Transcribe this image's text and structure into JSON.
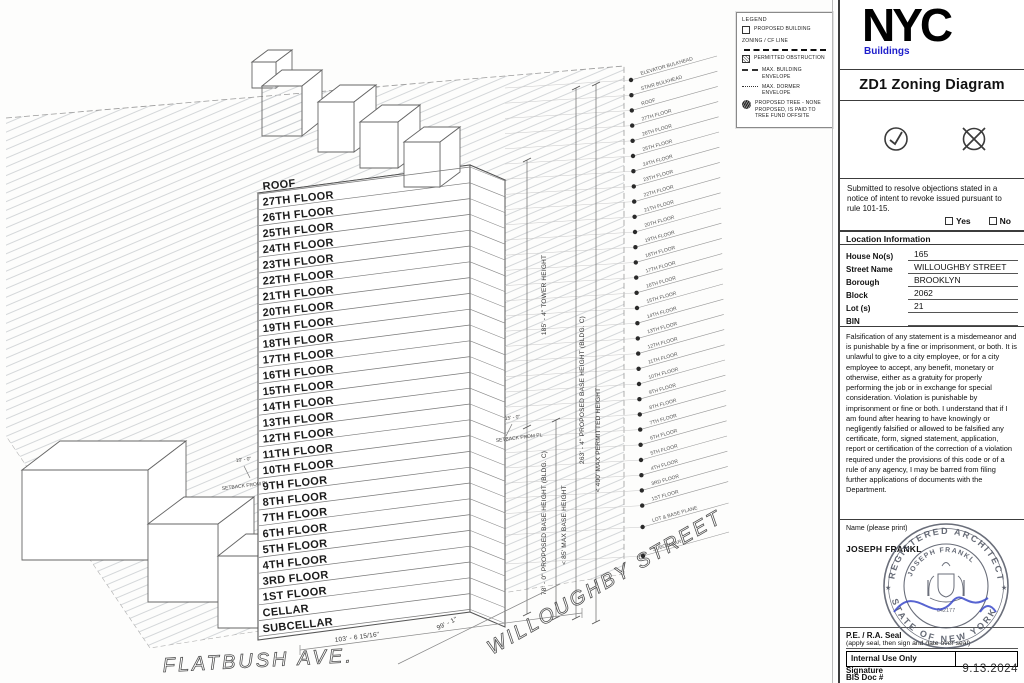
{
  "legend": {
    "title": "LEGEND",
    "items": [
      {
        "icon": "square",
        "label": "PROPOSED BUILDING"
      },
      {
        "icon": "heavy-dash-line",
        "label": "ZONING / CF LINE"
      },
      {
        "icon": "hatched-square",
        "label": "PERMITTED OBSTRUCTION"
      },
      {
        "icon": "dashed-line",
        "label": "MAX. BUILDING ENVELOPE"
      },
      {
        "icon": "dotted-line",
        "label": "MAX. DORMER ENVELOPE"
      },
      {
        "icon": "tree-circle",
        "label": "PROPOSED TREE - NONE PROPOSED, IS PAID TO TREE FUND OFFSITE"
      }
    ]
  },
  "drawing": {
    "floors": [
      "ROOF",
      "27TH FLOOR",
      "26TH FLOOR",
      "25TH FLOOR",
      "24TH FLOOR",
      "23TH FLOOR",
      "22TH FLOOR",
      "21TH FLOOR",
      "20TH FLOOR",
      "19TH FLOOR",
      "18TH FLOOR",
      "17TH FLOOR",
      "16TH FLOOR",
      "15TH FLOOR",
      "14TH FLOOR",
      "13TH FLOOR",
      "12TH FLOOR",
      "11TH FLOOR",
      "10TH FLOOR",
      "9TH FLOOR",
      "8TH FLOOR",
      "7TH FLOOR",
      "6TH FLOOR",
      "5TH FLOOR",
      "4TH FLOOR",
      "3RD FLOOR",
      "1ST FLOOR",
      "CELLAR",
      "SUBCELLAR"
    ],
    "elevation_markers": [
      "ELEVATOR BULKHEAD",
      "STAIR BULKHEAD",
      "ROOF",
      "27TH FLOOR",
      "26TH FLOOR",
      "25TH FLOOR",
      "24TH FLOOR",
      "23TH FLOOR",
      "22TH FLOOR",
      "21TH FLOOR",
      "20TH FLOOR",
      "19TH FLOOR",
      "18TH FLOOR",
      "17TH FLOOR",
      "16TH FLOOR",
      "15TH FLOOR",
      "14TH FLOOR",
      "13TH FLOOR",
      "12TH FLOOR",
      "11TH FLOOR",
      "10TH FLOOR",
      "9TH FLOOR",
      "8TH FLOOR",
      "7TH FLOOR",
      "6TH FLOOR",
      "5TH FLOOR",
      "4TH FLOOR",
      "3RD FLOOR",
      "1ST FLOOR",
      "LOT & BASE PLANE",
      "SUBCELLAR"
    ],
    "dimensions": {
      "tower_height": "185' - 4\" TOWER HEIGHT",
      "total_height": "263' - 4\" PROPOSED BASE HEIGHT (BLDG. C)",
      "max_permitted": "< 400' MAX PERMITTED HEIGHT",
      "base_height": "78' - 0\" PROPOSED BASE HEIGHT (BLDG. C)",
      "max_base": "< 85' MAX BASE HEIGHT",
      "lot_width": "103' - 6 15/16\"",
      "lot_depth": "99' - 1\"",
      "setback_left_value": "10' - 0\"",
      "setback_left_label": "SETBACK FROM PL",
      "setback_right_value": "15' - 0\"",
      "setback_right_label": "SETBACK FROM PL"
    },
    "streets": {
      "bottom": "FLATBUSH AVE.",
      "right": "WILLOUGHBY STREET"
    }
  },
  "sidebar": {
    "logo": {
      "text": "NYC",
      "sub": "Buildings",
      "sub_color": "#1d1dcb"
    },
    "title": "ZD1 Zoning Diagram",
    "submitted_note": "Submitted to resolve objections stated in a notice of intent to revoke issued pursuant to rule 101-15.",
    "yes_label": "Yes",
    "no_label": "No",
    "location": {
      "header": "Location Information",
      "fields": [
        {
          "label": "House No(s)",
          "value": "165"
        },
        {
          "label": "Street Name",
          "value": "WILLOUGHBY STREET"
        },
        {
          "label": "Borough",
          "value": "BROOKLYN"
        },
        {
          "label": "Block",
          "value": "2062"
        },
        {
          "label": "Lot (s)",
          "value": "21"
        },
        {
          "label": "BIN",
          "value": ""
        }
      ]
    },
    "falsification": "Falsification of any statement is a misdemeanor and is punishable by a fine or imprisonment, or both. It is unlawful to give to a city employee, or for a city employee to accept, any benefit, monetary or otherwise, either as a gratuity for properly performing the job or in exchange for special consideration. Violation is punishable by imprisonment or fine or both. I understand that if I am found after hearing to have knowingly or negligently falsified or allowed to be falsified any certificate, form, signed statement, application, report or certification of the correction of a violation required under the provisions of this code or of a rule of any agency, I may be barred from filing further applications of documents with the Department.",
    "name_label": "Name (please print)",
    "name_value": "JOSEPH FRANKL",
    "signature_label": "Signature",
    "date_value": "9.13.2024",
    "seal": {
      "outer_top": "REGISTERED ARCHITECT",
      "outer_bottom": "STATE OF NEW YORK",
      "inner_name": "JOSEPH FRANKL",
      "number": "042177"
    },
    "seal_label": "P.E. / R.A. Seal",
    "seal_sub": "(apply seal, then sign and date over seal)",
    "internal_use": "Internal Use Only",
    "bis_doc": "BIS Doc #"
  }
}
